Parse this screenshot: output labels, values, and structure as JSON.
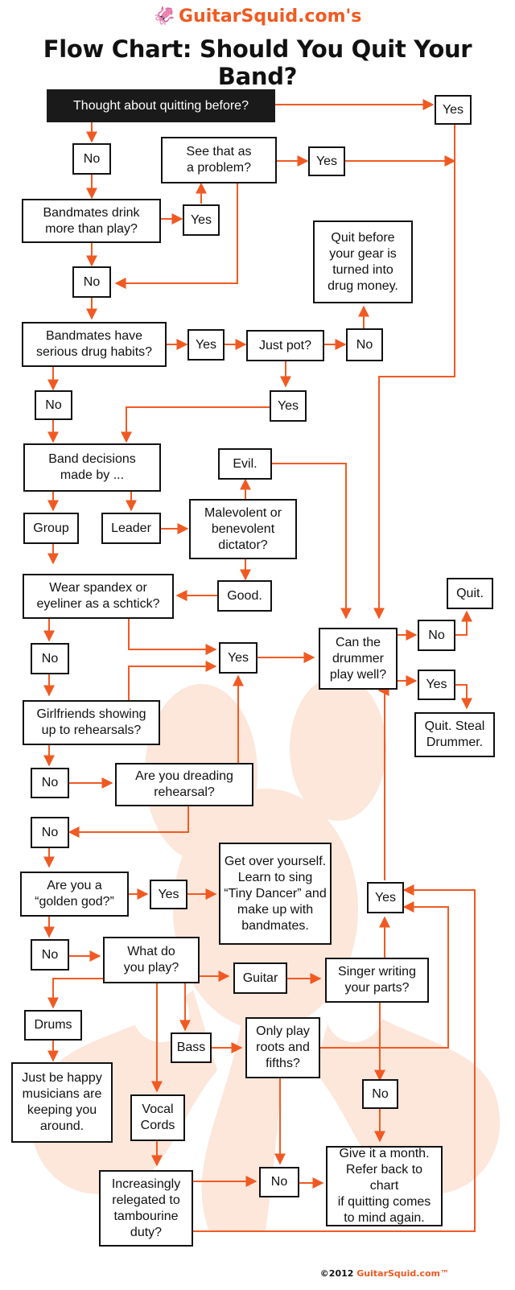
{
  "header": {
    "logo": "GuitarSquid.com's",
    "title": "Flow Chart: Should You Quit Your Band?"
  },
  "nodes": {
    "start": "Thought about quitting before?",
    "yes_top": "Yes",
    "no1": "No",
    "see_problem": "See that as\na problem?",
    "yes2": "Yes",
    "drink": "Bandmates drink\nmore than play?",
    "yes_drink": "Yes",
    "no_after_drink": "No",
    "quit_gear": "Quit before\nyour gear is\nturned into\ndrug money.",
    "drugs": "Bandmates have\nserious drug habits?",
    "yes_drugs": "Yes",
    "pot": "Just pot?",
    "no_pot": "No",
    "no_drugs": "No",
    "yes_pot": "Yes",
    "decisions": "Band decisions\nmade by ...",
    "evil": "Evil.",
    "group": "Group",
    "leader": "Leader",
    "dictator": "Malevolent or\nbenevolent\ndictator?",
    "good": "Good.",
    "spandex": "Wear spandex or\neyeliner as a schtick?",
    "quit": "Quit.",
    "drummer": "Can the\ndrummer\nplay well?",
    "no_drummer": "No",
    "no_spandex": "No",
    "yes_mid": "Yes",
    "yes_drummer": "Yes",
    "girlfriends": "Girlfriends showing\nup to rehearsals?",
    "steal": "Quit. Steal\nDrummer.",
    "no_gf": "No",
    "dreading": "Are you dreading\nrehearsal?",
    "no_dread": "No",
    "golden": "Are you a\n“golden god?”",
    "yes_golden": "Yes",
    "get_over": "Get over yourself.\nLearn to sing\n“Tiny Dancer” and\nmake up with\nbandmates.",
    "yes_singer": "Yes",
    "no_golden": "No",
    "what_play": "What do\nyou play?",
    "guitar": "Guitar",
    "singer": "Singer writing\nyour parts?",
    "drums": "Drums",
    "bass": "Bass",
    "roots": "Only play\nroots and\nfifths?",
    "happy": "Just be happy\nmusicians are\nkeeping you\naround.",
    "vocal": "Vocal\nCords",
    "no_singer": "No",
    "tambourine": "Increasingly\nrelegated to\ntambourine\nduty?",
    "no_bottom": "No",
    "month": "Give it a month.\nRefer back to chart\nif quitting comes\nto mind again."
  },
  "footer": {
    "copyright": "©2012",
    "brand": "GuitarSquid.com™"
  },
  "colors": {
    "arrow": "#f05a22",
    "watermark": "#fde5d9",
    "dark_box": "#1a1a1a"
  }
}
